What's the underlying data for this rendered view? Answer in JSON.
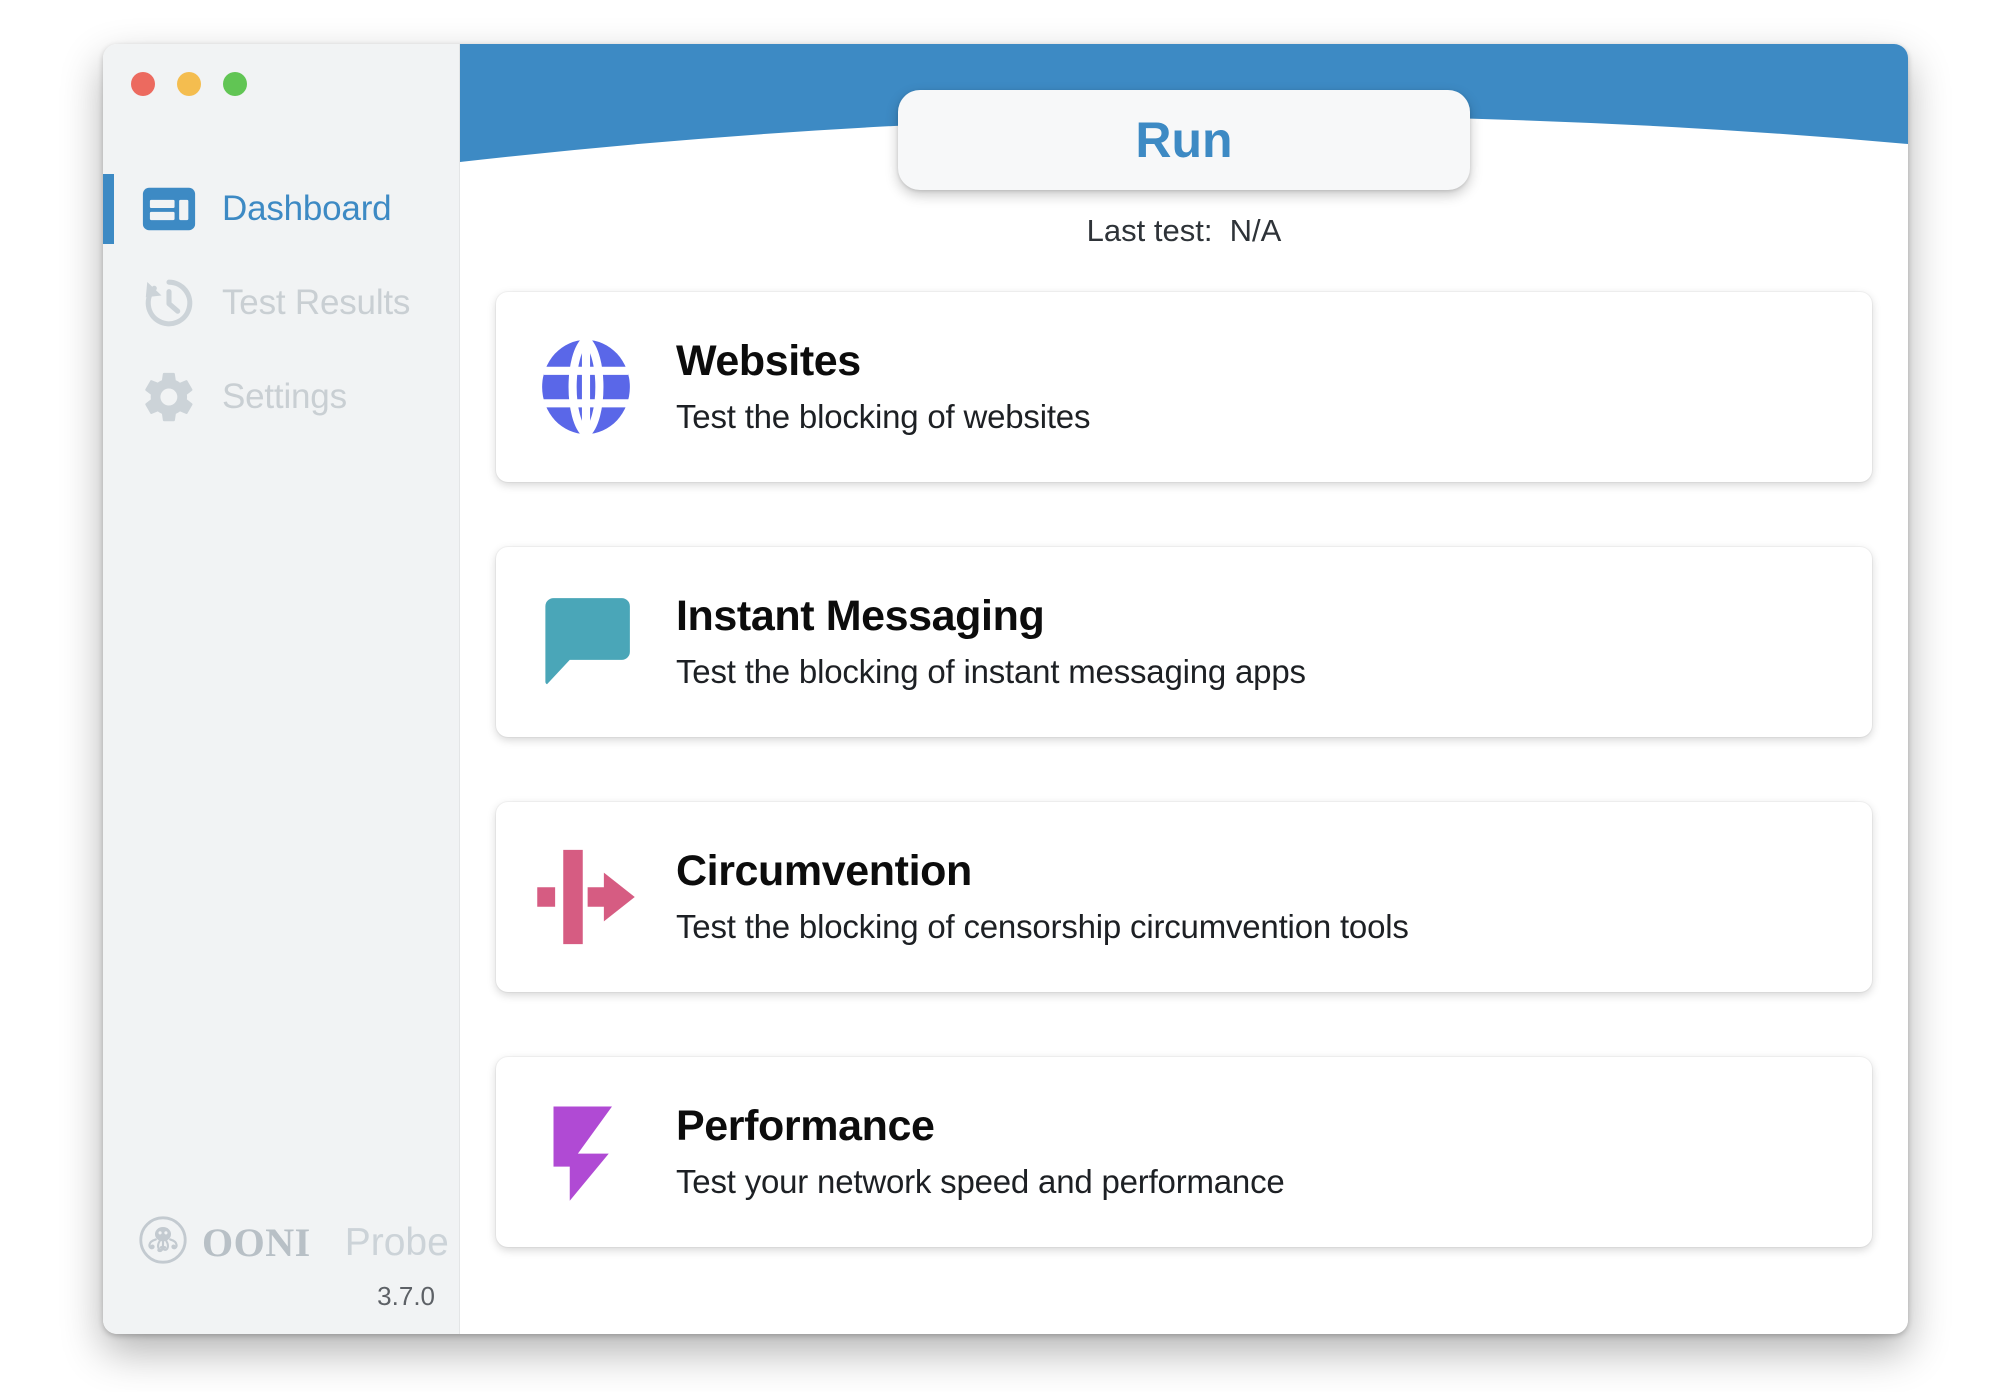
{
  "window": {
    "traffic_lights": [
      {
        "name": "close",
        "color": "#ec6a5f"
      },
      {
        "name": "minimize",
        "color": "#f4bd4f"
      },
      {
        "name": "maximize",
        "color": "#61c554"
      }
    ]
  },
  "sidebar": {
    "items": [
      {
        "label": "Dashboard",
        "icon": "dashboard-icon",
        "active": true
      },
      {
        "label": "Test Results",
        "icon": "history-icon",
        "active": false
      },
      {
        "label": "Settings",
        "icon": "gear-icon",
        "active": false
      }
    ],
    "footer": {
      "brand": "OONI",
      "product": "Probe",
      "version": "3.7.0",
      "logo_icon": "ooni-octopus-icon"
    }
  },
  "header": {
    "run_label": "Run",
    "last_test_label": "Last test:  N/A",
    "accent_color": "#3d8ac4"
  },
  "tests": [
    {
      "title": "Websites",
      "description": "Test the blocking of websites",
      "icon": "globe-icon",
      "color": "#5a67e8"
    },
    {
      "title": "Instant Messaging",
      "description": "Test the blocking of instant messaging apps",
      "icon": "chat-bubble-icon",
      "color": "#4aa6b8"
    },
    {
      "title": "Circumvention",
      "description": "Test the blocking of censorship circumvention tools",
      "icon": "circumvention-arrow-icon",
      "color": "#d65c82"
    },
    {
      "title": "Performance",
      "description": "Test your network speed and performance",
      "icon": "lightning-bolt-icon",
      "color": "#b04ad4"
    }
  ]
}
